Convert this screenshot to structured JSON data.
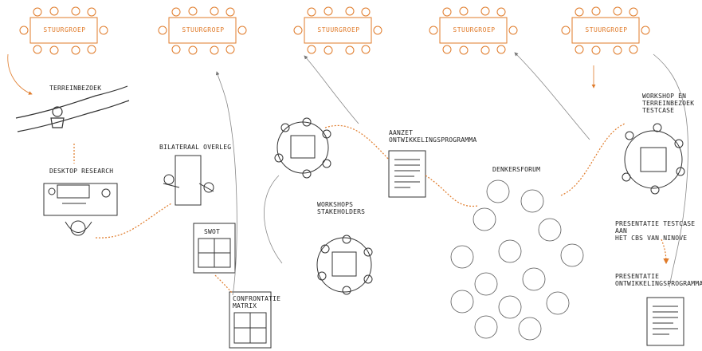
{
  "colors": {
    "accent": "#e07b2a",
    "ink": "#333333"
  },
  "stuurgroepen": [
    {
      "label": "Stuurgroep"
    },
    {
      "label": "Stuurgroep"
    },
    {
      "label": "Stuurgroep"
    },
    {
      "label": "Stuurgroep"
    },
    {
      "label": "Stuurgroep"
    }
  ],
  "steps": {
    "terreinbezoek": "Terreinbezoek",
    "desktop_research": "Desktop research",
    "bilateraal_overleg": "Bilateraal overleg",
    "swot": "SWOT",
    "confrontatiematrix": "Confrontatie\nmatrix",
    "workshops_stakeholders": "Workshops\nstakeholders",
    "aanzet_ontwikkelingsprogramma": "Aanzet\nontwikkelingsprogramma",
    "denkersforum": "Denkersforum",
    "workshop_terreinbezoek_testcase": "Workshop en\nterreinbezoek\ntestcase",
    "presentatie_testcase": "Presentatie testcase aan\nhet CBS van Ninove",
    "presentatie_ontwikkelingsprogramma": "Presentatie\nontwikkelingsprogramma"
  }
}
